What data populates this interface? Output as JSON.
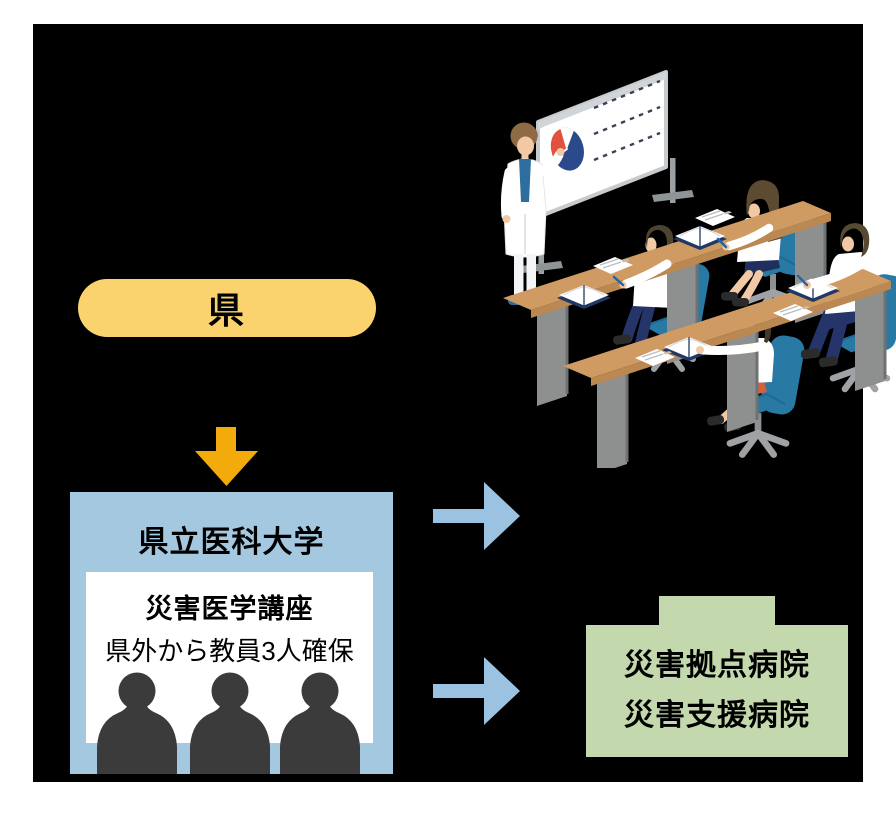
{
  "page": {
    "background": "#ffffff",
    "canvas_background": "#000000"
  },
  "flow": {
    "prefecture_pill": {
      "label": "県",
      "fill": "#fbd36e"
    },
    "down_arrow": {
      "fill": "#f3ab0b"
    },
    "university_box": {
      "fill": "#a5c8e1",
      "title": "県立医科大学",
      "card": {
        "fill": "#ffffff",
        "heading": "災害医学講座",
        "subheading": "県外から教員3人確保",
        "silhouettes": {
          "count": 3,
          "fill": "#3b3b3b"
        }
      }
    },
    "right_arrows": {
      "fill": "#9bc2e0",
      "count": 2
    },
    "hospital_box": {
      "fill": "#c4d8ae",
      "line1": "災害拠点病院",
      "line2": "災害支援病院"
    }
  },
  "illustration": {
    "description": "Isometric classroom scene: a lecturer in a white coat points at a whiteboard showing a pie chart and dashed text lines while four students take notes at wooden desks on blue office chairs",
    "colors": {
      "desk_top": "#cf9b63",
      "desk_edge": "#ba8850",
      "desk_panel": "#8e9090",
      "chair_blue": "#2879a4",
      "chair_base": "#9fa3a6",
      "coat_white": "#ffffff",
      "skin": "#f1c9a5",
      "navy_clothes": "#263569",
      "book_navy": "#1f3864",
      "skirt_orange": "#d85f3c",
      "teacher_hair": "#8f6b45",
      "shirt_blue": "#2e6e9e",
      "board_frame": "#c7cbcd",
      "pie_red": "#e0523f",
      "pie_navy": "#2b4a8b"
    }
  }
}
